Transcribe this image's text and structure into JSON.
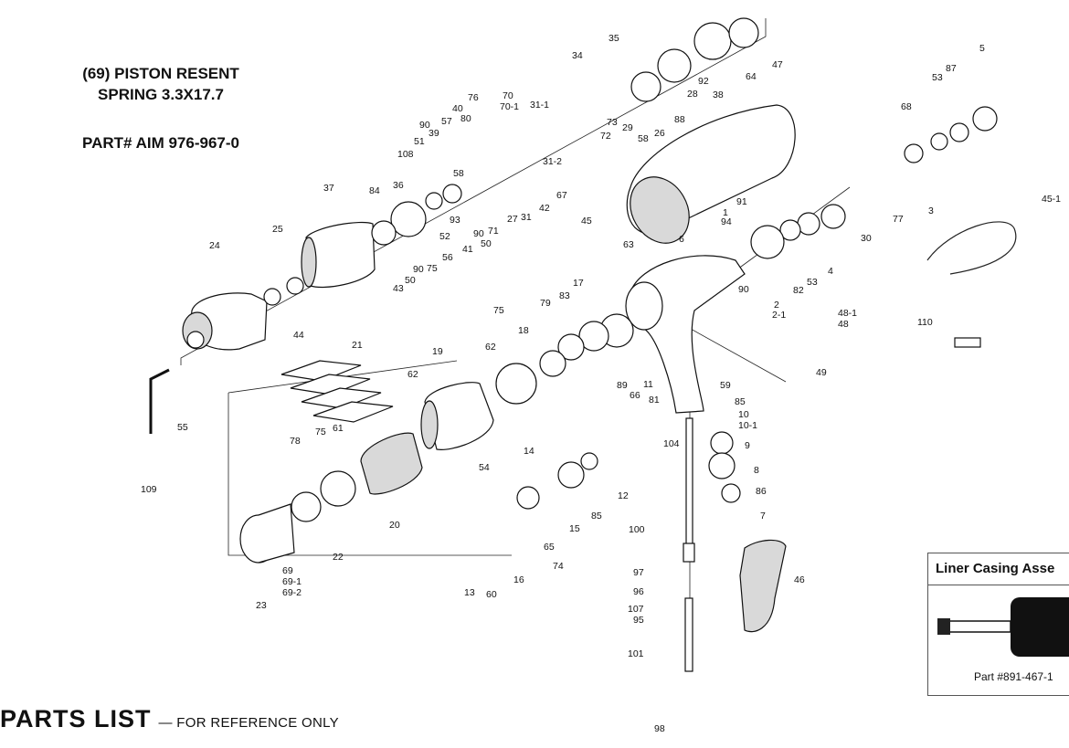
{
  "note": {
    "line1": "(69) PISTON RESENT",
    "line2": "SPRING 3.3X17.7",
    "part_number": "PART# AIM 976-967-0"
  },
  "parts_list": {
    "title": "PARTS LIST",
    "subtitle": "— FOR REFERENCE ONLY"
  },
  "liner_box": {
    "title": "Liner Casing Asse",
    "part": "Part #891-467-1"
  },
  "callouts": [
    {
      "id": "c-35",
      "text": "35"
    },
    {
      "id": "c-34",
      "text": "34"
    },
    {
      "id": "c-92",
      "text": "92"
    },
    {
      "id": "c-64",
      "text": "64"
    },
    {
      "id": "c-47",
      "text": "47"
    },
    {
      "id": "c-5",
      "text": "5"
    },
    {
      "id": "c-53a",
      "text": "53"
    },
    {
      "id": "c-87",
      "text": "87"
    },
    {
      "id": "c-76",
      "text": "76"
    },
    {
      "id": "c-70",
      "text": "70"
    },
    {
      "id": "c-70-1",
      "text": "70-1"
    },
    {
      "id": "c-40",
      "text": "40"
    },
    {
      "id": "c-80",
      "text": "80"
    },
    {
      "id": "c-31-1",
      "text": "31-1"
    },
    {
      "id": "c-28",
      "text": "28"
    },
    {
      "id": "c-38",
      "text": "38"
    },
    {
      "id": "c-57",
      "text": "57"
    },
    {
      "id": "c-73",
      "text": "73"
    },
    {
      "id": "c-29",
      "text": "29"
    },
    {
      "id": "c-88",
      "text": "88"
    },
    {
      "id": "c-68",
      "text": "68"
    },
    {
      "id": "c-90a",
      "text": "90"
    },
    {
      "id": "c-39",
      "text": "39"
    },
    {
      "id": "c-72",
      "text": "72"
    },
    {
      "id": "c-58a",
      "text": "58"
    },
    {
      "id": "c-26",
      "text": "26"
    },
    {
      "id": "c-51",
      "text": "51"
    },
    {
      "id": "c-108",
      "text": "108"
    },
    {
      "id": "c-31-2",
      "text": "31-2"
    },
    {
      "id": "c-58b",
      "text": "58"
    },
    {
      "id": "c-67",
      "text": "67"
    },
    {
      "id": "c-45-1",
      "text": "45-1"
    },
    {
      "id": "c-37",
      "text": "37"
    },
    {
      "id": "c-36",
      "text": "36"
    },
    {
      "id": "c-84",
      "text": "84"
    },
    {
      "id": "c-27",
      "text": "27"
    },
    {
      "id": "c-31",
      "text": "31"
    },
    {
      "id": "c-42",
      "text": "42"
    },
    {
      "id": "c-93",
      "text": "93"
    },
    {
      "id": "c-91",
      "text": "91"
    },
    {
      "id": "c-1",
      "text": "1"
    },
    {
      "id": "c-94",
      "text": "94"
    },
    {
      "id": "c-3",
      "text": "3"
    },
    {
      "id": "c-77",
      "text": "77"
    },
    {
      "id": "c-30",
      "text": "30"
    },
    {
      "id": "c-25",
      "text": "25"
    },
    {
      "id": "c-52",
      "text": "52"
    },
    {
      "id": "c-45",
      "text": "45"
    },
    {
      "id": "c-90b",
      "text": "90"
    },
    {
      "id": "c-71",
      "text": "71"
    },
    {
      "id": "c-41",
      "text": "41"
    },
    {
      "id": "c-50a",
      "text": "50"
    },
    {
      "id": "c-6",
      "text": "6"
    },
    {
      "id": "c-63",
      "text": "63"
    },
    {
      "id": "c-24",
      "text": "24"
    },
    {
      "id": "c-90c",
      "text": "90"
    },
    {
      "id": "c-75a",
      "text": "75"
    },
    {
      "id": "c-56",
      "text": "56"
    },
    {
      "id": "c-50b",
      "text": "50"
    },
    {
      "id": "c-43",
      "text": "43"
    },
    {
      "id": "c-4",
      "text": "4"
    },
    {
      "id": "c-53b",
      "text": "53"
    },
    {
      "id": "c-82",
      "text": "82"
    },
    {
      "id": "c-90d",
      "text": "90"
    },
    {
      "id": "c-2",
      "text": "2"
    },
    {
      "id": "c-2-1",
      "text": "2-1"
    },
    {
      "id": "c-17",
      "text": "17"
    },
    {
      "id": "c-83",
      "text": "83"
    },
    {
      "id": "c-79",
      "text": "79"
    },
    {
      "id": "c-75b",
      "text": "75"
    },
    {
      "id": "c-18",
      "text": "18"
    },
    {
      "id": "c-48-1",
      "text": "48-1"
    },
    {
      "id": "c-48",
      "text": "48"
    },
    {
      "id": "c-110",
      "text": "110"
    },
    {
      "id": "c-44",
      "text": "44"
    },
    {
      "id": "c-21",
      "text": "21"
    },
    {
      "id": "c-19",
      "text": "19"
    },
    {
      "id": "c-62a",
      "text": "62"
    },
    {
      "id": "c-62b",
      "text": "62"
    },
    {
      "id": "c-89",
      "text": "89"
    },
    {
      "id": "c-59",
      "text": "59"
    },
    {
      "id": "c-49",
      "text": "49"
    },
    {
      "id": "c-11",
      "text": "11"
    },
    {
      "id": "c-66",
      "text": "66"
    },
    {
      "id": "c-81",
      "text": "81"
    },
    {
      "id": "c-85a",
      "text": "85"
    },
    {
      "id": "c-10",
      "text": "10"
    },
    {
      "id": "c-10-1",
      "text": "10-1"
    },
    {
      "id": "c-55",
      "text": "55"
    },
    {
      "id": "c-104",
      "text": "104"
    },
    {
      "id": "c-9",
      "text": "9"
    },
    {
      "id": "c-78",
      "text": "78"
    },
    {
      "id": "c-75c",
      "text": "75"
    },
    {
      "id": "c-61",
      "text": "61"
    },
    {
      "id": "c-14",
      "text": "14"
    },
    {
      "id": "c-8",
      "text": "8"
    },
    {
      "id": "c-54",
      "text": "54"
    },
    {
      "id": "c-12",
      "text": "12"
    },
    {
      "id": "c-86",
      "text": "86"
    },
    {
      "id": "c-109",
      "text": "109"
    },
    {
      "id": "c-20",
      "text": "20"
    },
    {
      "id": "c-15",
      "text": "15"
    },
    {
      "id": "c-85b",
      "text": "85"
    },
    {
      "id": "c-7",
      "text": "7"
    },
    {
      "id": "c-100",
      "text": "100"
    },
    {
      "id": "c-22",
      "text": "22"
    },
    {
      "id": "c-65",
      "text": "65"
    },
    {
      "id": "c-74",
      "text": "74"
    },
    {
      "id": "c-69",
      "text": "69"
    },
    {
      "id": "c-69-1",
      "text": "69-1"
    },
    {
      "id": "c-69-2",
      "text": "69-2"
    },
    {
      "id": "c-16",
      "text": "16"
    },
    {
      "id": "c-97",
      "text": "97"
    },
    {
      "id": "c-96",
      "text": "96"
    },
    {
      "id": "c-46",
      "text": "46"
    },
    {
      "id": "c-13",
      "text": "13"
    },
    {
      "id": "c-60",
      "text": "60"
    },
    {
      "id": "c-23",
      "text": "23"
    },
    {
      "id": "c-107",
      "text": "107"
    },
    {
      "id": "c-95",
      "text": "95"
    },
    {
      "id": "c-101",
      "text": "101"
    },
    {
      "id": "c-98",
      "text": "98"
    }
  ]
}
